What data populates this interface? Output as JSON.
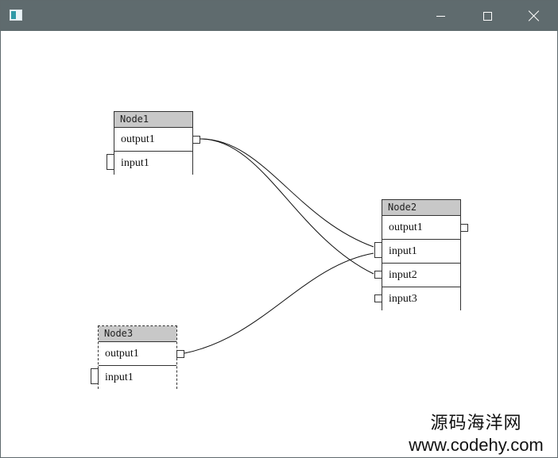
{
  "window": {
    "title_icon": "app-window-icon",
    "controls": {
      "minimize_icon": "minimize-icon",
      "maximize_icon": "maximize-icon",
      "close_icon": "close-icon"
    }
  },
  "nodes": {
    "node1": {
      "title": "Node1",
      "rows": [
        {
          "label": "output1",
          "port_icon": "output-port-icon"
        },
        {
          "label": "input1",
          "port_icon": "input-port-icon"
        }
      ]
    },
    "node2": {
      "title": "Node2",
      "rows": [
        {
          "label": "output1",
          "port_icon": "output-port-icon"
        },
        {
          "label": "input1",
          "port_icon": "input-port-icon"
        },
        {
          "label": "input2",
          "port_icon": "input-port-icon"
        },
        {
          "label": "input3",
          "port_icon": "input-port-icon"
        }
      ]
    },
    "node3": {
      "title": "Node3",
      "rows": [
        {
          "label": "output1",
          "port_icon": "output-port-icon"
        },
        {
          "label": "input1",
          "port_icon": "input-port-icon"
        }
      ]
    }
  },
  "watermark": {
    "line1": "源码海洋网",
    "line2": "www.codehy.com"
  },
  "colors": {
    "titlebar": "#5f6b6e",
    "node_header": "#c8c8c8",
    "line": "#111111",
    "background": "#ffffff"
  }
}
